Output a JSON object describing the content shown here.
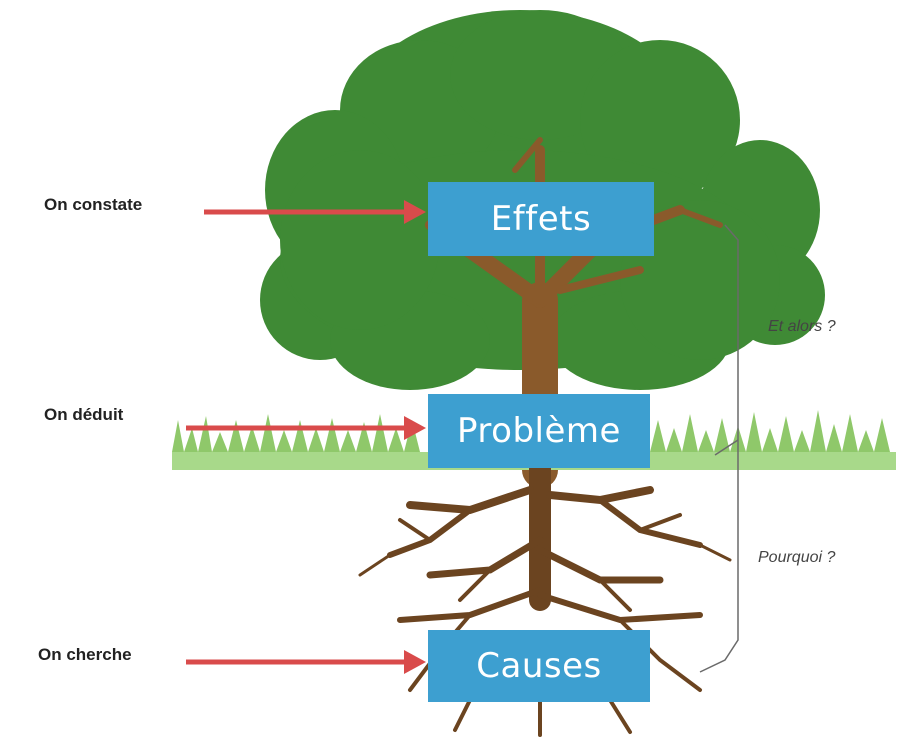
{
  "diagram": {
    "boxes": {
      "effets": "Effets",
      "probleme": "Problème",
      "causes": "Causes"
    },
    "side_labels": {
      "constate": "On constate",
      "deduit": "On déduit",
      "cherche": "On cherche"
    },
    "questions": {
      "alors": "Et alors ?",
      "pourquoi": "Pourquoi ?"
    },
    "colors": {
      "foliage": "#3f8a35",
      "trunk": "#8a5a2b",
      "box": "#3d9fd0",
      "arrow": "#d94b4b",
      "grass": "#8fc86a",
      "root": "#6b4420"
    }
  }
}
